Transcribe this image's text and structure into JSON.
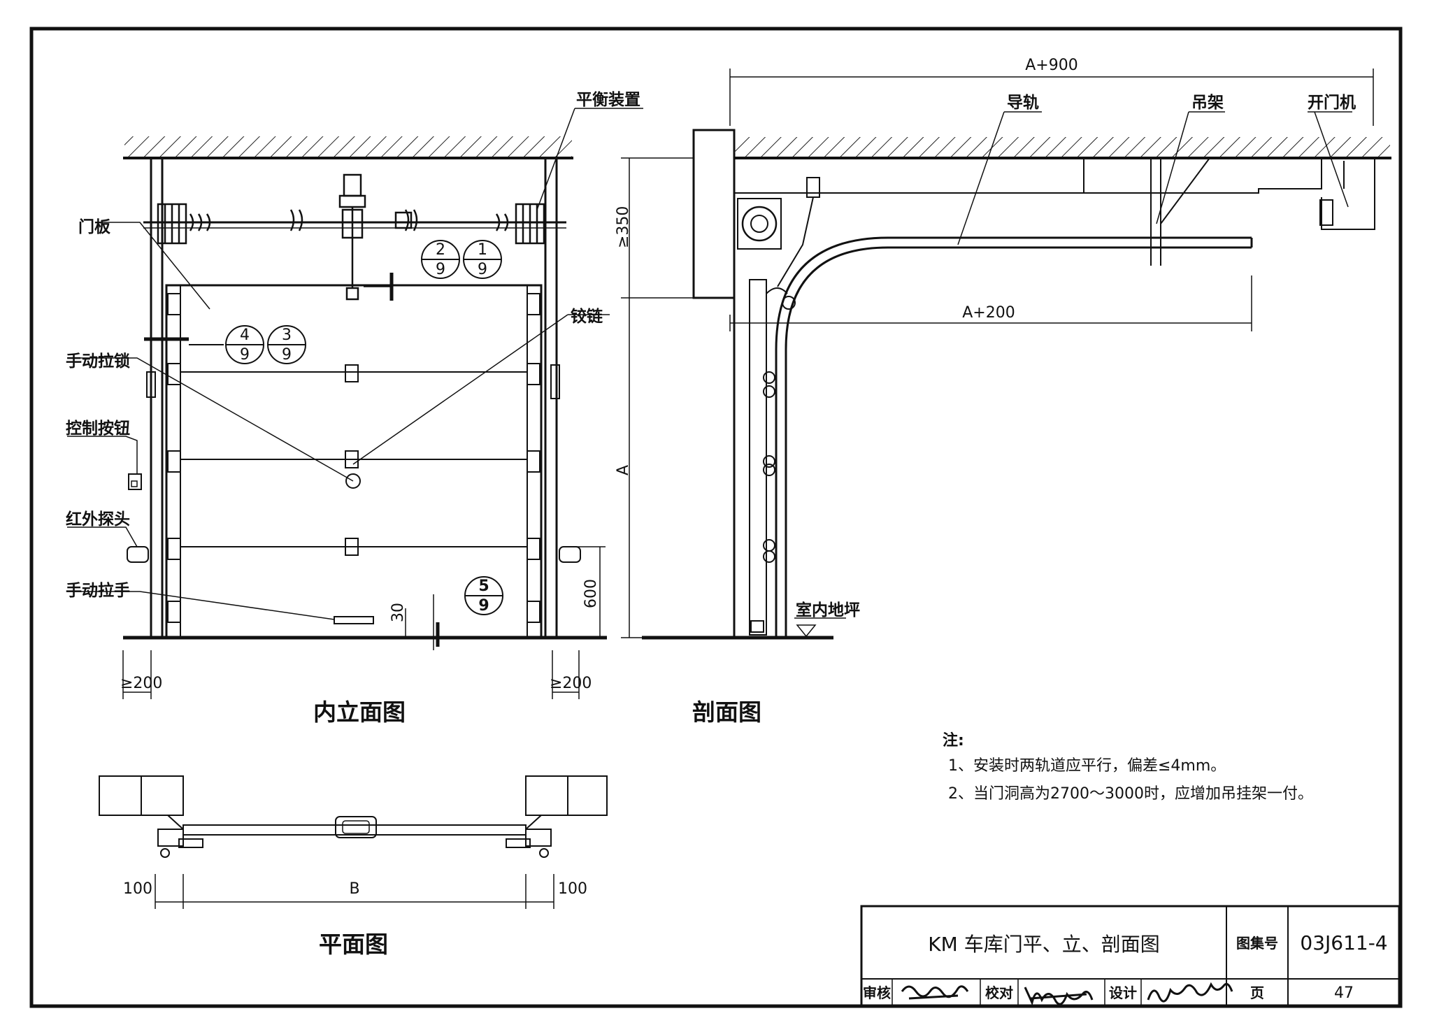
{
  "drawing": {
    "title_block": {
      "title": "KM 车库门平、立、剖面图",
      "atlas_label": "图集号",
      "atlas_no": "03J611-4",
      "review_label": "审核",
      "check_label": "校对",
      "design_label": "设计",
      "page_label": "页",
      "page_no": "47"
    },
    "views": {
      "elevation": {
        "caption": "内立面图",
        "labels": {
          "balance": "平衡装置",
          "panel": "门板",
          "hinge": "铰链",
          "lock": "手动拉锁",
          "button": "控制按钮",
          "infrared": "红外探头",
          "handle": "手动拉手"
        },
        "dims": {
          "left": "≥200",
          "right": "≥200",
          "h600": "600",
          "h30": "30"
        },
        "detail_refs": [
          {
            "num": "2",
            "den": "9"
          },
          {
            "num": "1",
            "den": "9"
          },
          {
            "num": "4",
            "den": "9"
          },
          {
            "num": "3",
            "den": "9"
          },
          {
            "num": "5",
            "den": "9"
          }
        ]
      },
      "section": {
        "caption": "剖面图",
        "labels": {
          "rail": "导轨",
          "hanger": "吊架",
          "opener": "开门机",
          "floor": "室内地坪"
        },
        "dims": {
          "top": "A+900",
          "mid": "A+200",
          "height": "A",
          "head": "≥350"
        }
      },
      "plan": {
        "caption": "平面图",
        "dims": {
          "left": "100",
          "center": "B",
          "right": "100"
        }
      }
    },
    "notes": {
      "heading": "注:",
      "items": [
        "1、安装时两轨道应平行，偏差≤4mm。",
        "2、当门洞高为2700～3000时，应增加吊挂架一付。"
      ]
    }
  }
}
